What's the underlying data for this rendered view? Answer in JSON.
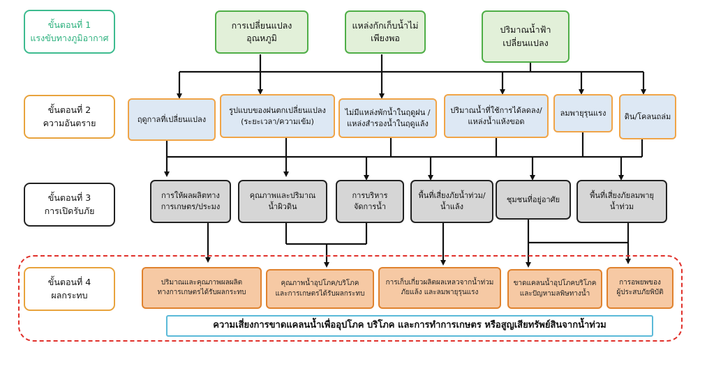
{
  "stages": [
    {
      "label": "ขั้นตอนที่ 1\nแรงขับทางภูมิอากาศ"
    },
    {
      "label": "ขั้นตอนที่ 2\nความอันตราย"
    },
    {
      "label": "ขั้นตอนที่ 3\nการเปิดรับภัย"
    },
    {
      "label": "ขั้นตอนที่ 4\nผลกระทบ"
    }
  ],
  "drivers": [
    {
      "label": "การเปลี่ยนแปลง\nอุณหภูมิ"
    },
    {
      "label": "แหล่งกักเก็บน้ำไม่\nเพียงพอ"
    },
    {
      "label": "ปริมาณน้ำฟ้า\nเปลี่ยนแปลง"
    }
  ],
  "hazards": [
    {
      "label": "ฤดูกาลที่เปลี่ยนแปลง"
    },
    {
      "label": "รูปแบบของฝนตกเปลี่ยนแปลง\n(ระยะเวลา/ความเข้ม)"
    },
    {
      "label": "ไม่มีแหล่งพักน้ำในฤดูฝน /\nแหล่งสำรองน้ำในฤดูแล้ง"
    },
    {
      "label": "ปริมาณน้ำที่ใช้การได้ลดลง/\nแหล่งน้ำแห้งขอด"
    },
    {
      "label": "ลมพายุรุนแรง"
    },
    {
      "label": "ดิน/โคลนถล่ม"
    }
  ],
  "exposures": [
    {
      "label": "การให้ผลผลิตทาง\nการเกษตร/ประมง"
    },
    {
      "label": "คุณภาพและปริมาณ\nน้ำผิวดิน"
    },
    {
      "label": "การบริหาร\nจัดการน้ำ"
    },
    {
      "label": "พื้นที่เสี่ยงภัยน้ำท่วม/\nน้ำแล้ง"
    },
    {
      "label": "ชุมชนที่อยู่อาศัย"
    },
    {
      "label": "พื้นที่เสี่ยงภัยลมพายุ\nน้ำท่วม"
    }
  ],
  "impacts": [
    {
      "label": "ปริมาณและคุณภาพผลผลิต\nทางการเกษตรได้รับผลกระทบ"
    },
    {
      "label": "คุณภาพน้ำอุปโภค/บริโภค\nและการเกษตรได้รับผลกระทบ"
    },
    {
      "label": "การเก็บเกี่ยวผลิตผลเหลวจากน้ำท่วม\nภัยแล้ง และลมพายุรุนแรง"
    },
    {
      "label": "ขาดแคลนน้ำอุปโภคบริโภค\nและปัญหามลพิษทางน้ำ"
    },
    {
      "label": "การอพยพของ\nผู้ประสบภัยพิบัติ"
    }
  ],
  "summary": "ความเสี่ยงการขาดแคลนน้ำเพื่ออุปโภค บริโภค และการทำการเกษตร หรือสูญเสียทรัพย์สินจากน้ำท่วม",
  "colors": {
    "stage1_border": "#3dbb8f",
    "stage_border_orange": "#e8a33d",
    "driver_fill": "#e2f0d9",
    "hazard_fill": "#dde8f4",
    "exposure_fill": "#d6d6d6",
    "impact_fill": "#f6c9a4",
    "summary_border": "#5ab9d8",
    "dashed_border": "#e0302a"
  }
}
